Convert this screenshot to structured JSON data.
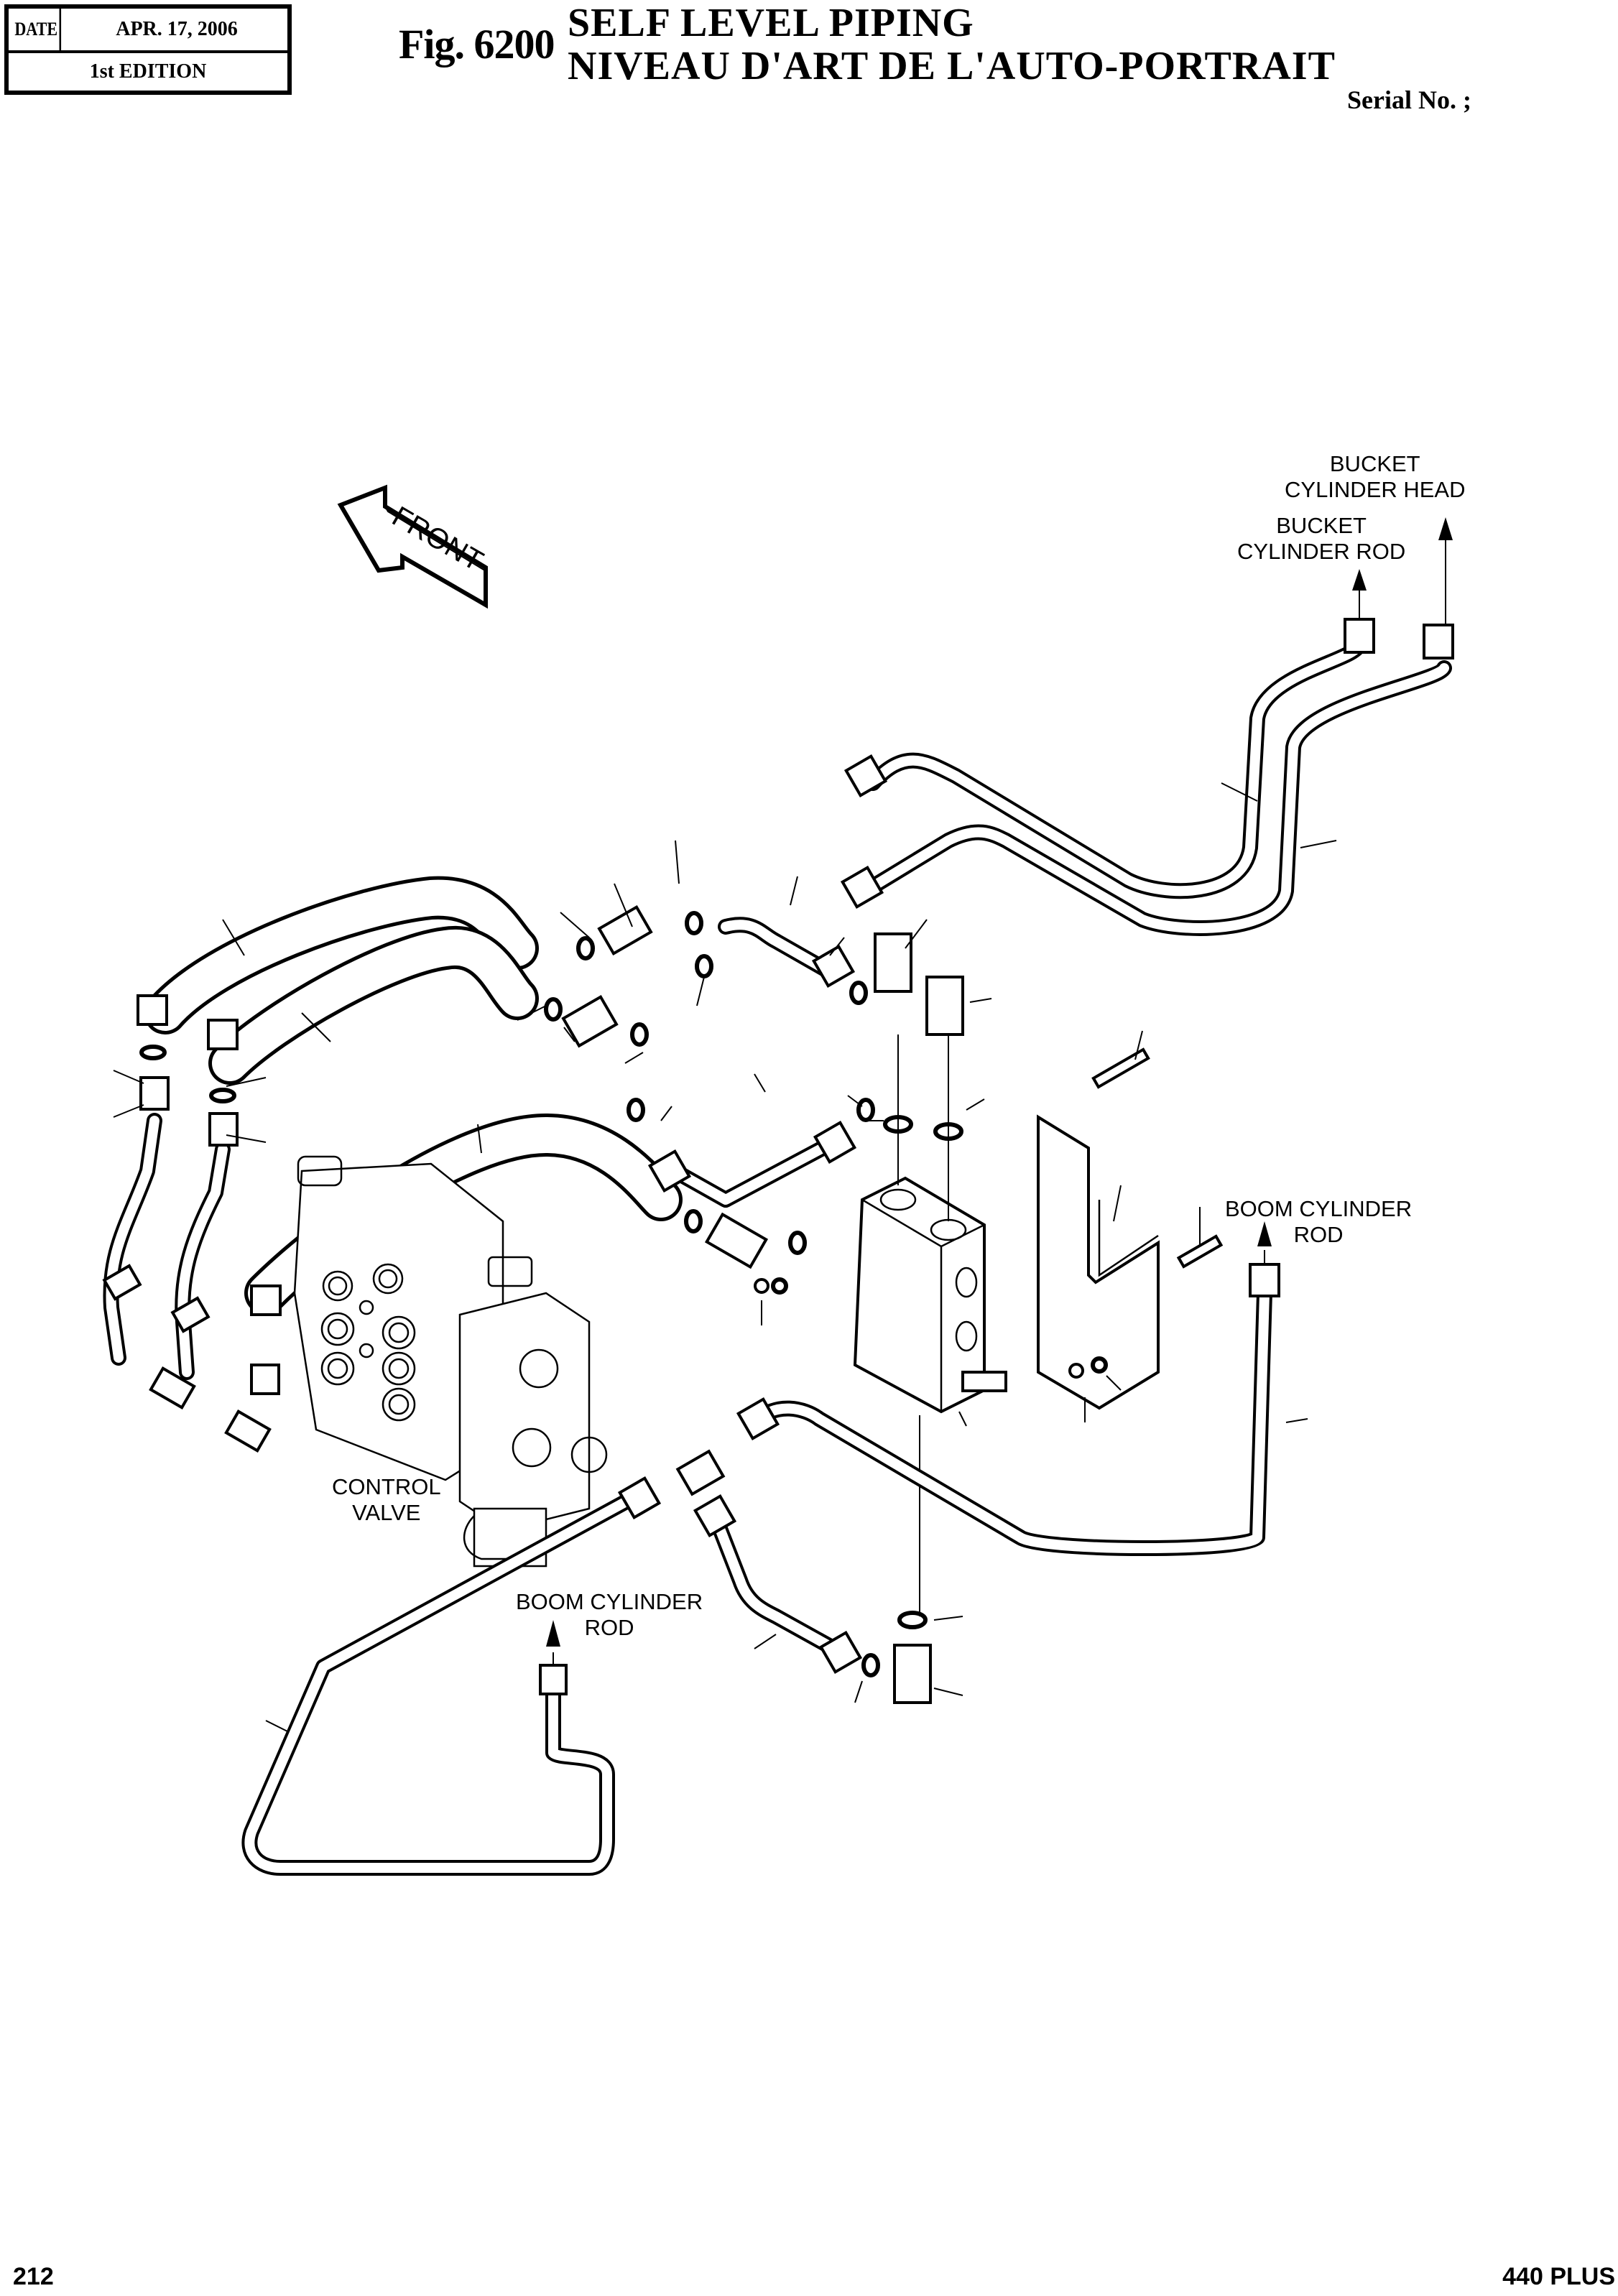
{
  "header": {
    "date_label": "DATE",
    "date_value": "APR. 17, 2006",
    "edition": "1st EDITION",
    "figure": "Fig. 6200",
    "title_en": "SELF LEVEL PIPING",
    "title_fr": "NIVEAU D'ART DE L'AUTO-PORTRAIT",
    "serial": "Serial No. ;"
  },
  "diagram": {
    "direction_arrow": "FRONT",
    "callouts": {
      "bucket_cylinder_head": "BUCKET\nCYLINDER HEAD",
      "bucket_cylinder_rod": "BUCKET\nCYLINDER ROD",
      "boom_cylinder_rod_right": "BOOM CYLINDER\nROD",
      "boom_cylinder_rod_bottom": "BOOM CYLINDER\nROD",
      "control_valve": "CONTROL\nVALVE"
    }
  },
  "footer": {
    "page_number": "212",
    "model": "440 PLUS"
  }
}
